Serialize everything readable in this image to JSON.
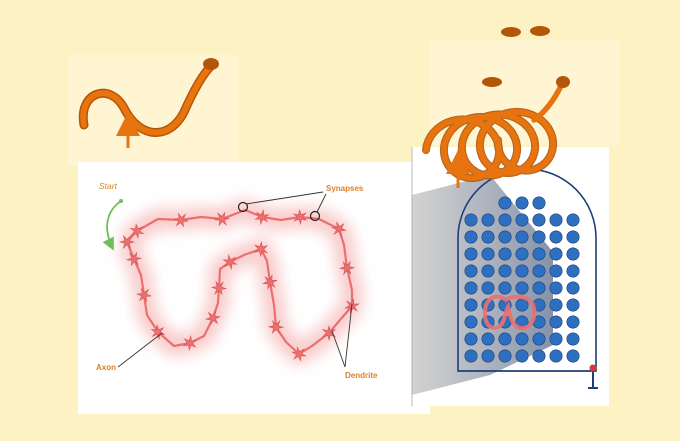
{
  "labels": {
    "start": "Start",
    "synapses": "Synapses",
    "axon": "Axon",
    "dendrite": "Dendrite"
  },
  "colors": {
    "background": "#fdf2c4",
    "spiral": "#e8740f",
    "spiral_dark": "#b3560a",
    "neuron": "#ec6f6f",
    "glow": "#f4a3a3",
    "grid_dot": "#2e6fc0",
    "grid_outline": "#1d3f7a",
    "arrow_green": "#6cbf5a",
    "label": "#d9822b"
  },
  "icons": [
    "spiral-left-icon",
    "spiral-right-icon",
    "eyes-icon",
    "electrode-icon",
    "curved-arrow-icon"
  ]
}
